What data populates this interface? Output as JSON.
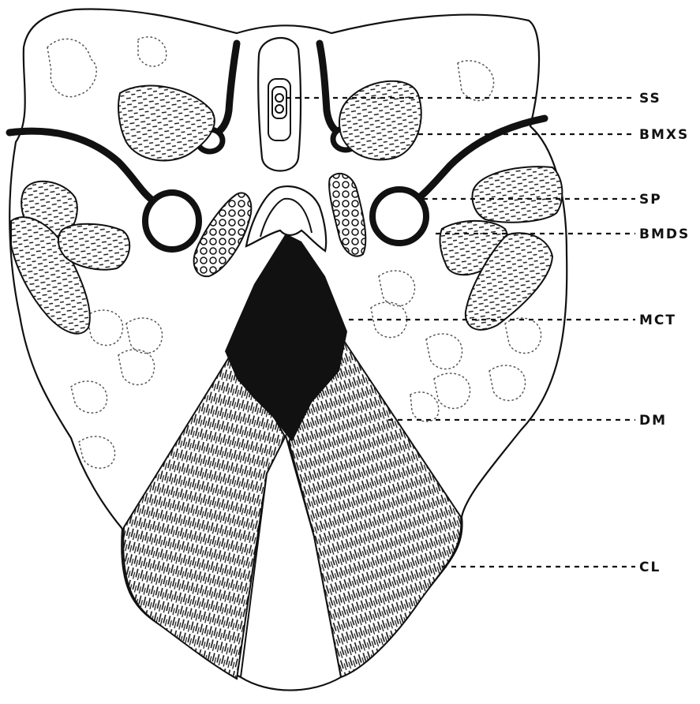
{
  "labels": [
    {
      "id": "ss",
      "text": "SS"
    },
    {
      "id": "bmxs",
      "text": "BMXS"
    },
    {
      "id": "sp",
      "text": "SP"
    },
    {
      "id": "bmds",
      "text": "BMDS"
    },
    {
      "id": "mct",
      "text": "MCT"
    },
    {
      "id": "dm",
      "text": "DM"
    },
    {
      "id": "cl",
      "text": "CL"
    }
  ],
  "colors": {
    "ink": "#111111",
    "paper": "#ffffff"
  }
}
